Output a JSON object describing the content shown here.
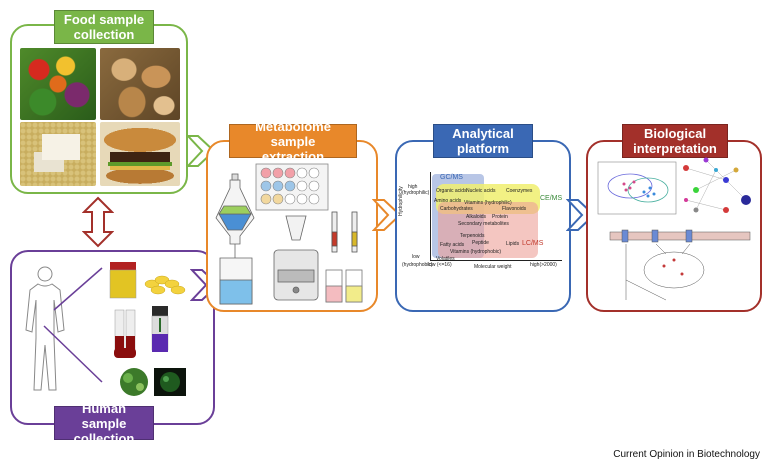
{
  "colors": {
    "food": "#7ab648",
    "extraction": "#e8882a",
    "analytical": "#3a68b4",
    "biological": "#a3302a",
    "human": "#6a3f98",
    "arrow_fill": "#ffffff"
  },
  "panels": {
    "food_title_line1": "Food sample",
    "food_title_line2": "collection",
    "extraction_title_line1": "Metabolome sample",
    "extraction_title_line2": "extraction",
    "analytical_title_line1": "Analytical",
    "analytical_title_line2": "platform",
    "biological_title_line1": "Biological",
    "biological_title_line2": "interpretation",
    "human_title_line1": "Human sample",
    "human_title_line2": "collection"
  },
  "analytical_chart": {
    "y_high": "high",
    "y_high_sub": "(hydrophilic)",
    "y_low": "low",
    "y_low_sub": "(hydrophobic)",
    "y_label": "Hydrophilicity",
    "x_low": "low (<=16)",
    "x_high": "high(>2000)",
    "x_label": "Molecular weight",
    "regions": [
      "GC/MS",
      "CE/MS",
      "LC/MS"
    ],
    "compounds": [
      "Organic acids",
      "Nucleic acids",
      "Coenzymes",
      "Amino acids",
      "Vitamins (hydrophilic)",
      "Carbohydrates",
      "Flavonoids",
      "Alkaloids",
      "Protein",
      "Secondary metabolites",
      "Terpenoids",
      "Peptide",
      "Fatty acids",
      "Lipids",
      "Vitamins (hydrophobic)",
      "Volatiles"
    ]
  },
  "footer": "Current Opinion in Biotechnology"
}
